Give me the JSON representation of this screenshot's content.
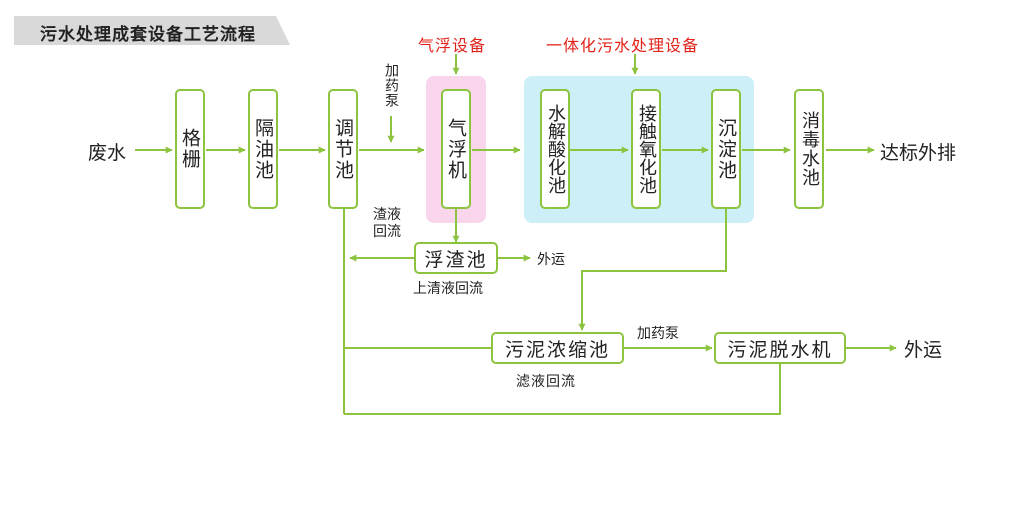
{
  "header": {
    "title": "污水处理成套设备工艺流程"
  },
  "groups": {
    "air_flotation_equipment": "气浮设备",
    "integrated_equipment": "一体化污水处理设备"
  },
  "nodes": {
    "waste_water": "废水",
    "bar_screen": "格栅",
    "oil_separator": "隔油池",
    "equalization_tank": "调节池",
    "air_flotation_machine": "气浮机",
    "hydrolysis_tank": "水解酸化池",
    "contact_oxidation_tank": "接触氧化池",
    "sedimentation_tank": "沉淀池",
    "disinfection_tank": "消毒水池",
    "discharge": "达标外排",
    "scum_tank": "浮渣池",
    "sludge_thickener": "污泥浓缩池",
    "sludge_dewatering": "污泥脱水机",
    "haul_away_1": "外运",
    "haul_away_2": "外运"
  },
  "edge_labels": {
    "dosing_pump_1": "加药泵",
    "dosing_pump_2": "加药泵",
    "scum_return": "渣液回流",
    "supernatant_return": "上清液回流",
    "filtrate_return": "滤液回流"
  },
  "colors": {
    "line": "#8cc43f",
    "highlight_pink": "#f9d6ec",
    "highlight_cyan": "#cdeff7",
    "accent_red": "#e2231a",
    "banner": "#d9d9d9"
  }
}
